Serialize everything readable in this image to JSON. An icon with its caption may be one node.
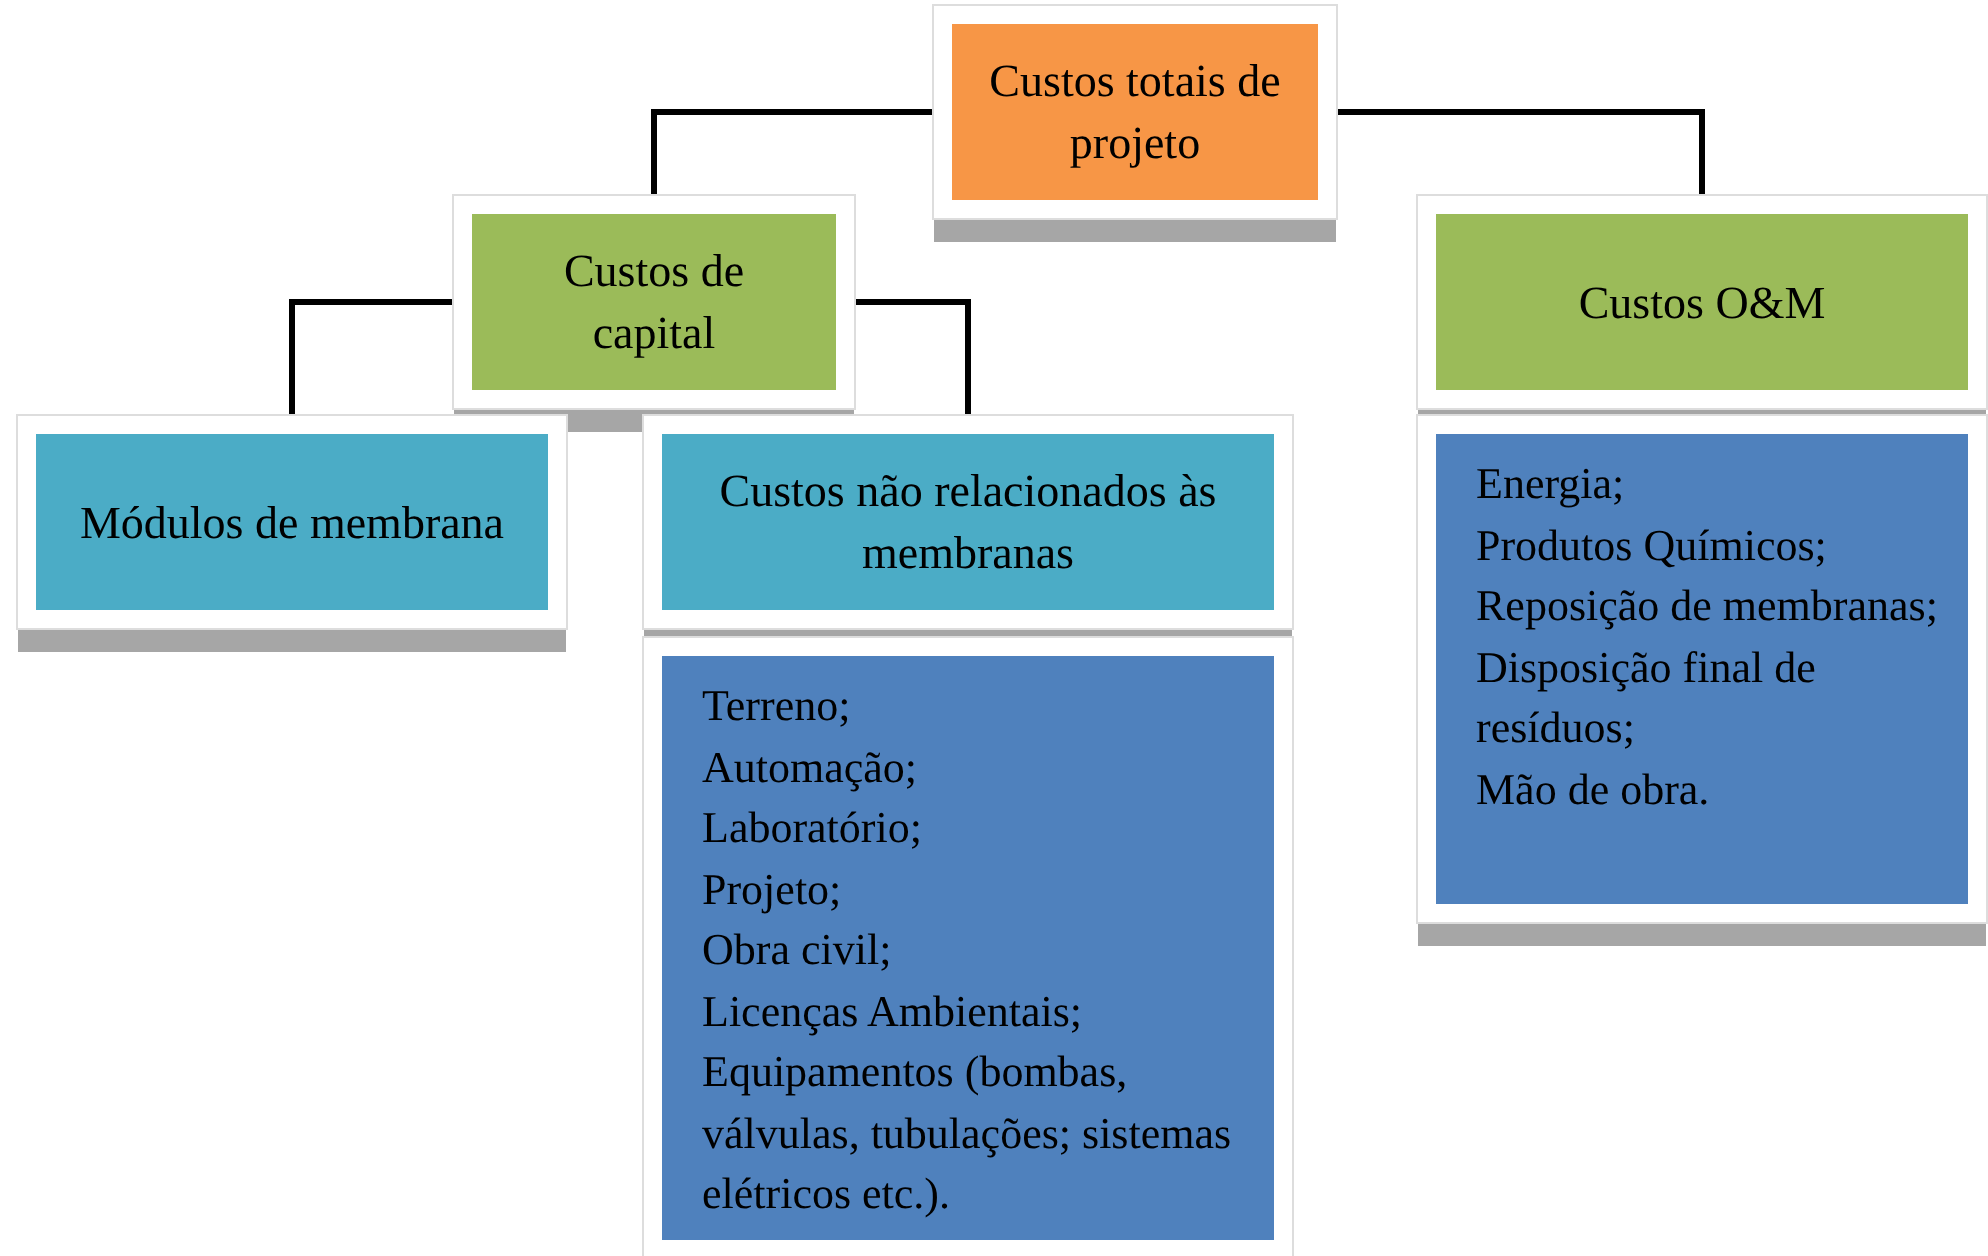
{
  "diagram": {
    "nodes": [
      {
        "text": [
          "Custos totais de projeto"
        ]
      },
      {
        "text": [
          "Custos de capital"
        ]
      },
      {
        "text": [
          "Custos O&M"
        ]
      },
      {
        "text": [
          "Módulos de membrana"
        ]
      },
      {
        "text": [
          "Custos não relacionados às membranas"
        ]
      },
      {
        "text": [
          "Terreno;",
          "Automação;",
          "Laboratório;",
          "Projeto;",
          "Obra civil;",
          "Licenças Ambientais;",
          "Equipamentos (bombas, válvulas, tubulações; sistemas elétricos etc.)."
        ]
      },
      {
        "text": [
          "Energia;",
          "Produtos Químicos;",
          "Reposição de membranas;",
          "Disposição final de resíduos;",
          "Mão de obra."
        ]
      }
    ],
    "edges": [
      {
        "from": 0,
        "to": 1,
        "arrow": "none"
      },
      {
        "from": 0,
        "to": 2,
        "arrow": "none"
      },
      {
        "from": 1,
        "to": 3,
        "arrow": "none"
      },
      {
        "from": 1,
        "to": 4,
        "arrow": "none"
      }
    ]
  }
}
